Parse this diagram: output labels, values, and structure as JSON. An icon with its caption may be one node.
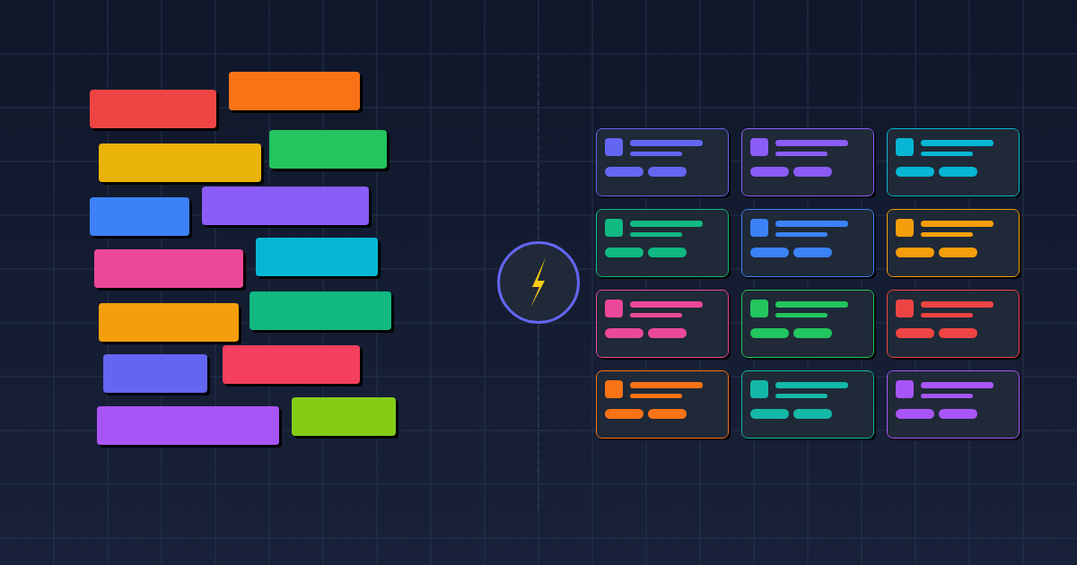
{
  "diagram": {
    "nodes": [
      {
        "text": [],
        "shape": "bar"
      },
      {
        "text": [],
        "shape": "bar"
      },
      {
        "text": [],
        "shape": "bar"
      },
      {
        "text": [],
        "shape": "bar"
      },
      {
        "text": [],
        "shape": "bar"
      },
      {
        "text": [],
        "shape": "bar"
      },
      {
        "text": [],
        "shape": "bar"
      },
      {
        "text": [],
        "shape": "bar"
      },
      {
        "text": [],
        "shape": "bar"
      },
      {
        "text": [],
        "shape": "bar"
      },
      {
        "text": [],
        "shape": "bar"
      },
      {
        "text": [],
        "shape": "bar"
      },
      {
        "text": [],
        "shape": "bar"
      },
      {
        "text": [],
        "shape": "bar"
      },
      {
        "text": [],
        "shape": "circle"
      },
      {
        "text": [],
        "shape": "box"
      },
      {
        "text": [],
        "shape": "box"
      },
      {
        "text": [],
        "shape": "box"
      },
      {
        "text": [],
        "shape": "box"
      },
      {
        "text": [],
        "shape": "box"
      },
      {
        "text": [],
        "shape": "box"
      },
      {
        "text": [],
        "shape": "box"
      },
      {
        "text": [],
        "shape": "box"
      },
      {
        "text": [],
        "shape": "box"
      },
      {
        "text": [],
        "shape": "box"
      },
      {
        "text": [],
        "shape": "box"
      },
      {
        "text": [],
        "shape": "box"
      }
    ]
  }
}
